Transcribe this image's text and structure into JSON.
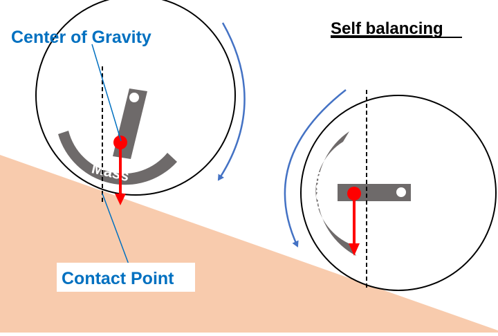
{
  "title": "Self balancing",
  "labels": {
    "center_of_gravity": "Center of Gravity",
    "contact_point": "Contact Point"
  },
  "wheels": [
    {
      "mass_label": "Mass"
    },
    {
      "mass_label": "Mass"
    }
  ],
  "colors": {
    "ground": "#f8cbad",
    "label_blue": "#0070c0",
    "rotation_arrow": "#4472c4",
    "mass_gray": "#6e6a6a",
    "gravity_red": "#ff0000",
    "outline": "#000000"
  },
  "icons": {
    "rotation": "curved-arrow-icon",
    "gravity": "down-arrow-icon",
    "pivot": "circle-icon"
  }
}
